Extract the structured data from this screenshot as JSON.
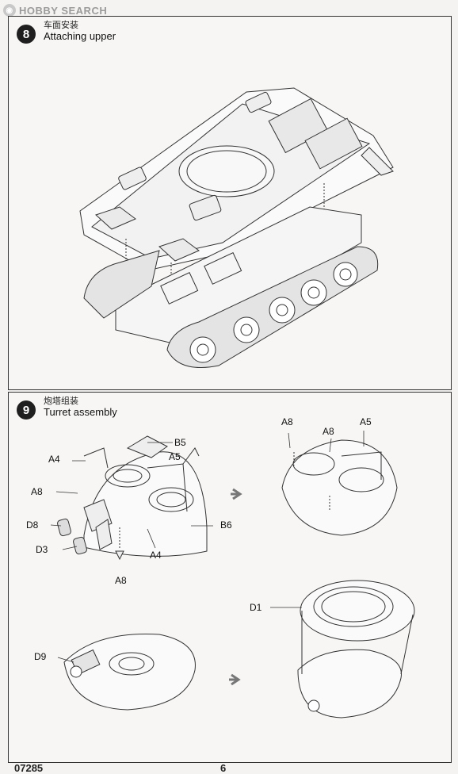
{
  "watermark": {
    "text": "HOBBY SEARCH"
  },
  "step8": {
    "number": "8",
    "title_cn": "车面安装",
    "title_en": "Attaching upper"
  },
  "step9": {
    "number": "9",
    "title_cn": "炮塔组装",
    "title_en": "Turret assembly",
    "labels": {
      "b5": "B5",
      "a4_top": "A4",
      "a5_left": "A5",
      "a8_left": "A8",
      "d8": "D8",
      "b6": "B6",
      "d3": "D3",
      "a4_bottom": "A4",
      "a8_bottom": "A8",
      "a8_right_1": "A8",
      "a8_right_2": "A8",
      "a5_right": "A5",
      "d1": "D1",
      "d9": "D9"
    }
  },
  "footer": {
    "code": "07285",
    "page": "6"
  }
}
